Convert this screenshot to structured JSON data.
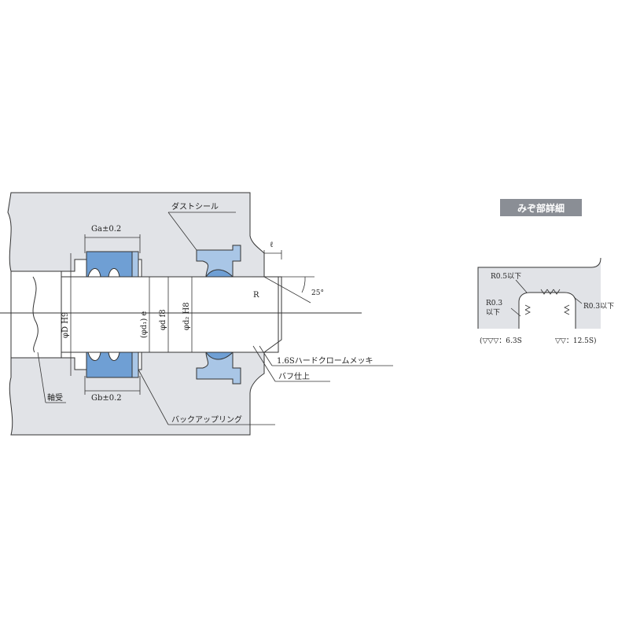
{
  "labels": {
    "ga": "Ga±0.2",
    "gb": "Gb±0.2",
    "dust_seal": "ダストシール",
    "l": "ℓ",
    "r": "R",
    "angle": "25°",
    "dim_D": "φD H9",
    "dim_d1": "(φd₁) e",
    "dim_d_f8": "φd f8",
    "dim_d2": "φd₂ H8",
    "hard_chrome": "1.6Sハードクロームメッキ",
    "buff": "バフ仕上",
    "bearing": "軸受",
    "backup_ring": "バックアップリング"
  },
  "detail": {
    "title": "みぞ部詳細",
    "r05": "R0.5以下",
    "r03_left_1": "R0.3",
    "r03_left_2": "以下",
    "r03_right": "R0.3以下",
    "finish_a": "(▽▽▽：6.3S",
    "finish_b": "▽▽：12.5S)"
  },
  "colors": {
    "housing": "#e1e3e7",
    "seal": "#6f9fd4",
    "seal_light": "#a9c6e6",
    "line": "#222222",
    "title_bg": "#8a8e95"
  }
}
